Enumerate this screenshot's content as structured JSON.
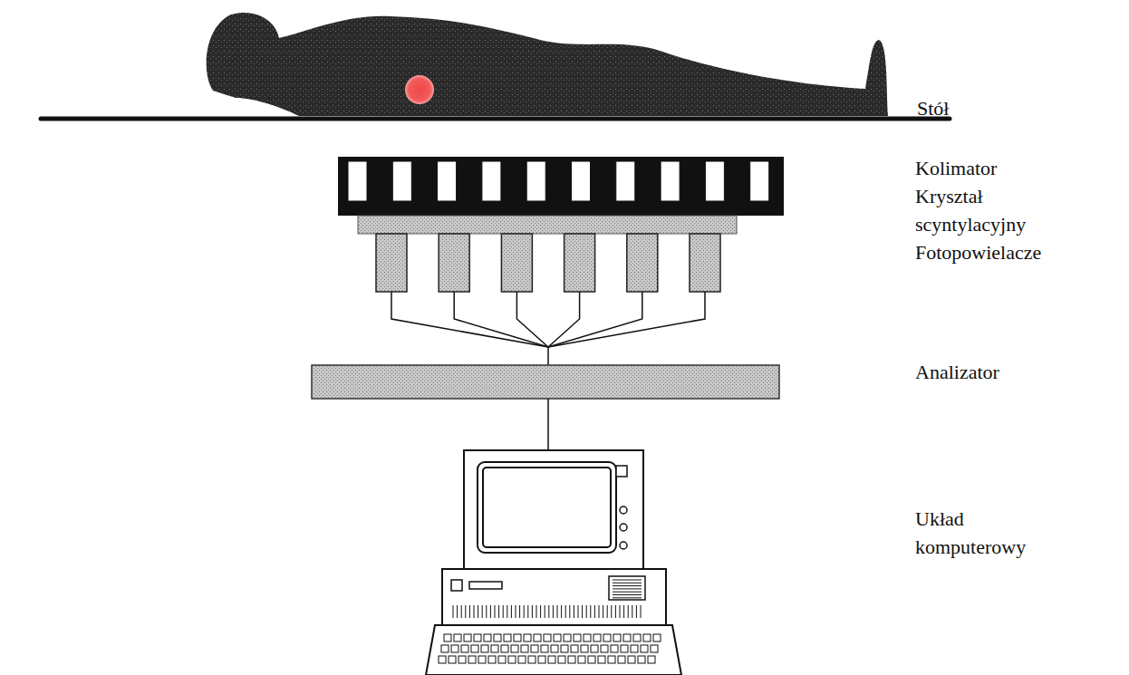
{
  "diagram": {
    "labels": [
      "Stół",
      "Kolimator",
      "Kryształ scyntylacyjny",
      "Fotopowielacze",
      "Analizator",
      "Układ komputerowy"
    ]
  }
}
